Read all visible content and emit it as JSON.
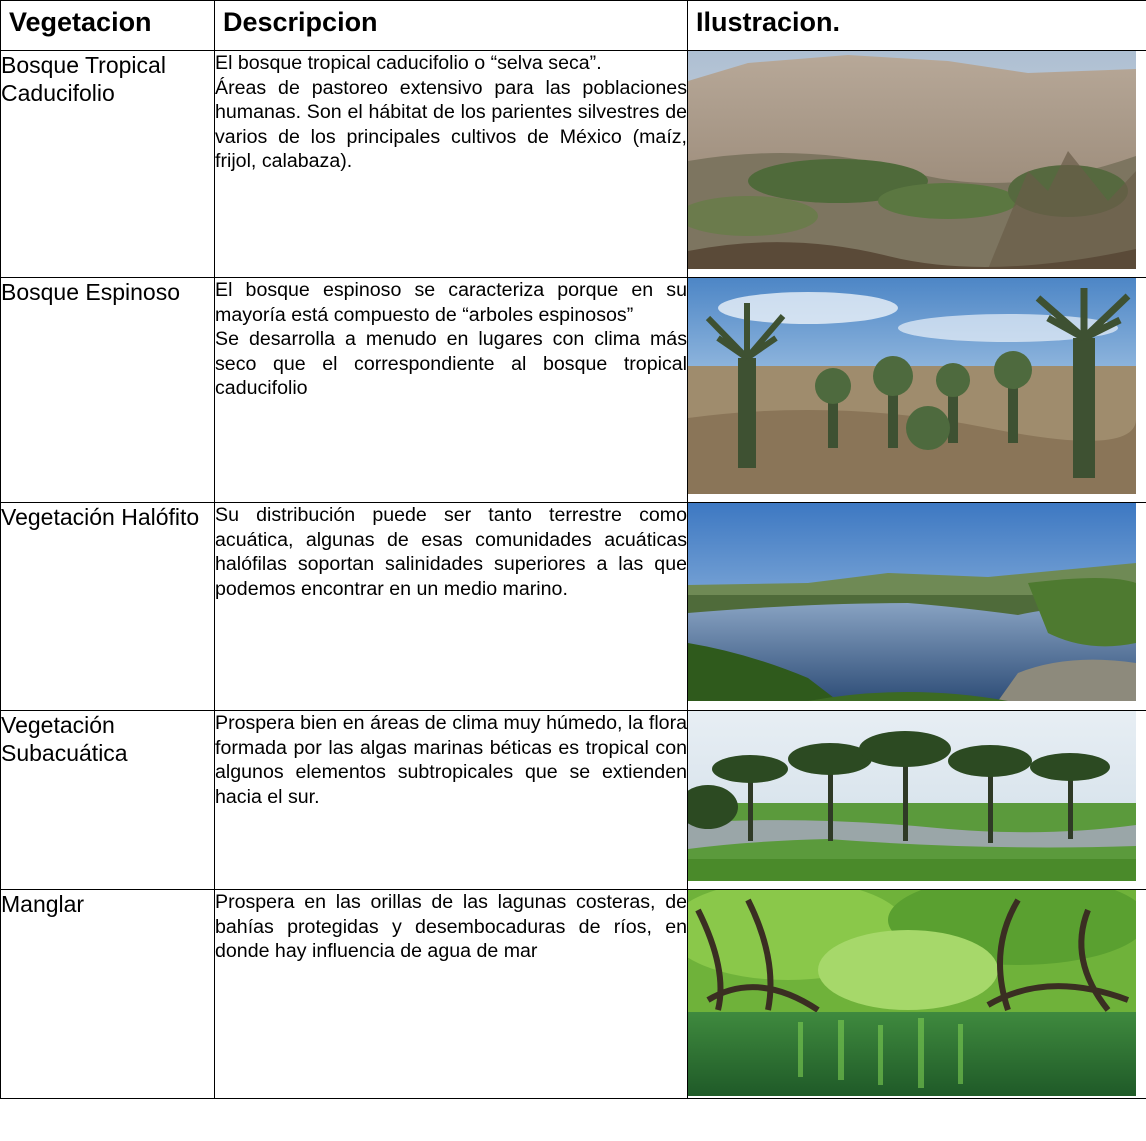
{
  "header": {
    "col1": "Vegetacion",
    "col2": "Descripcion",
    "col3": "Ilustracion."
  },
  "rows": [
    {
      "name": "Bosque Tropical Caducifolio",
      "desc1": "El bosque tropical caducifolio o “selva seca”.",
      "desc2": "Áreas de pastoreo extensivo para las poblaciones humanas. Son el hábitat de los parientes silvestres de varios de los principales cultivos de México (maíz, frijol, calabaza).",
      "image": "dry-forest-hillside-photo"
    },
    {
      "name": "Bosque Espinoso",
      "desc1": "El bosque espinoso se caracteriza porque en su mayoría está compuesto de “arboles espinosos”",
      "desc2": "Se desarrolla a menudo en lugares con clima más seco que el correspondiente al bosque tropical caducifolio",
      "image": "thorn-forest-yucca-photo"
    },
    {
      "name": "Vegetación Halófito",
      "desc1": "Su distribución puede ser tanto terrestre como acuática, algunas de esas comunidades acuáticas halófilas soportan salinidades superiores a las que podemos encontrar en un medio marino.",
      "image": "lagoon-halophyte-photo"
    },
    {
      "name": "Vegetación Subacuática",
      "desc1": "Prospera bien en áreas de clima muy húmedo, la flora formada por las algas marinas béticas es tropical con algunos elementos subtropicales que se extienden hacia el sur.",
      "image": "palm-wetland-photo"
    },
    {
      "name": "Manglar",
      "desc1": "Prospera en las orillas de las lagunas costeras, de bahías protegidas y desembocaduras de ríos, en donde hay influencia de agua de mar",
      "image": "mangrove-water-photo"
    }
  ]
}
